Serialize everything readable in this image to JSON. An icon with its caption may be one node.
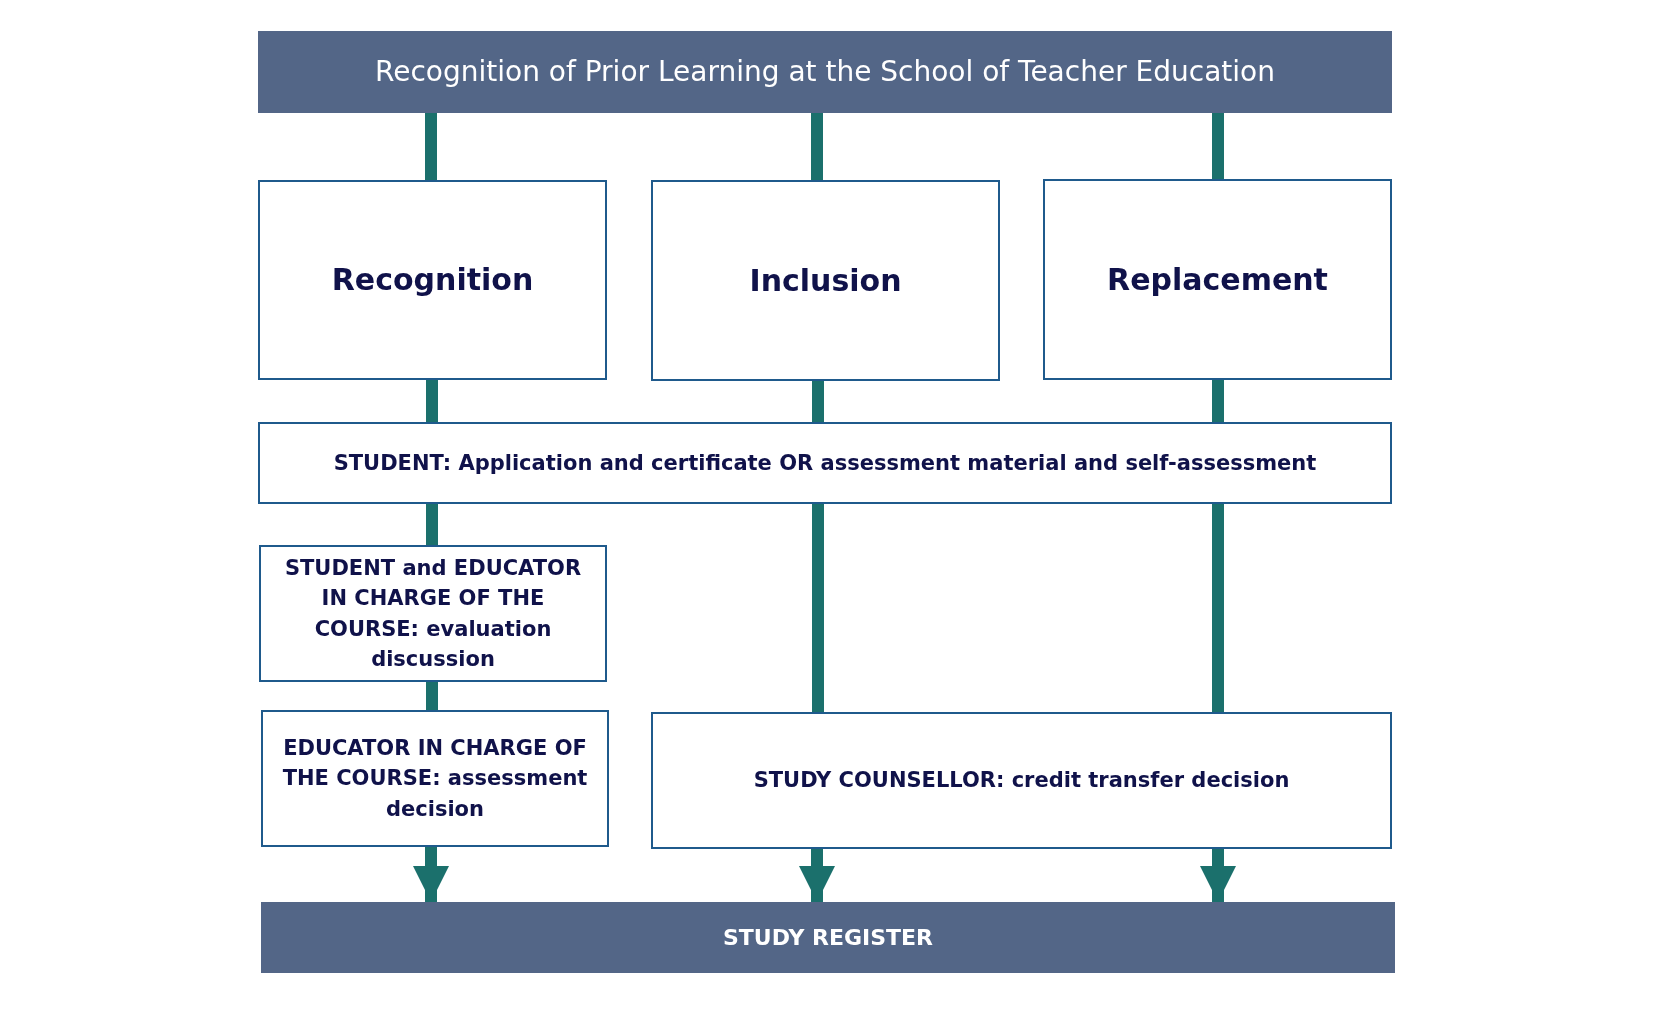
{
  "diagram": {
    "nodes": [
      {
        "text": [
          "Recognition of Prior Learning at the School of Teacher Education"
        ]
      },
      {
        "text": [
          "Recognition"
        ]
      },
      {
        "text": [
          "Inclusion"
        ]
      },
      {
        "text": [
          "Replacement"
        ]
      },
      {
        "text": [
          "STUDENT: Application and certificate OR assessment material and self-assessment"
        ]
      },
      {
        "text": [
          "STUDENT and EDUCATOR IN CHARGE OF THE COURSE: evaluation discussion"
        ]
      },
      {
        "text": [
          "EDUCATOR IN CHARGE OF THE COURSE: assessment decision"
        ]
      },
      {
        "text": [
          "STUDY COUNSELLOR: credit transfer decision"
        ]
      },
      {
        "text": [
          "STUDY REGISTER"
        ]
      }
    ],
    "edges": [
      {
        "from": 0,
        "to": 1,
        "arrow": "none"
      },
      {
        "from": 0,
        "to": 2,
        "arrow": "none"
      },
      {
        "from": 0,
        "to": 3,
        "arrow": "none"
      },
      {
        "from": 1,
        "to": 4,
        "arrow": "none"
      },
      {
        "from": 2,
        "to": 4,
        "arrow": "none"
      },
      {
        "from": 3,
        "to": 4,
        "arrow": "none"
      },
      {
        "from": 4,
        "to": 5,
        "arrow": "none"
      },
      {
        "from": 5,
        "to": 6,
        "arrow": "none"
      },
      {
        "from": 4,
        "to": 7,
        "arrow": "none"
      },
      {
        "from": 4,
        "to": 7,
        "arrow": "none"
      },
      {
        "from": 6,
        "to": 8,
        "arrow": "to"
      },
      {
        "from": 7,
        "to": 8,
        "arrow": "to"
      },
      {
        "from": 7,
        "to": 8,
        "arrow": "to"
      }
    ]
  }
}
